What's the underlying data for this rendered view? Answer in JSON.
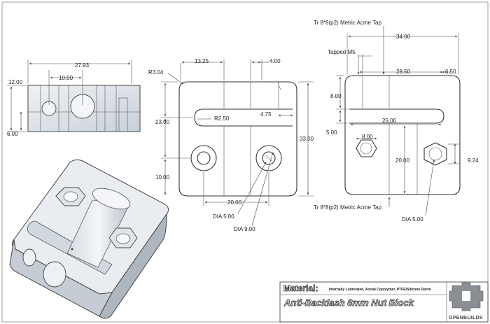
{
  "views": {
    "side": {
      "dims": {
        "width": "27.93",
        "hole_spacing": "10.00",
        "height": "12.00",
        "offset": "6.00"
      }
    },
    "front": {
      "dims": {
        "corner_radius": "R3.04",
        "top_left": "13.25",
        "top_right": "4.00",
        "slot_radius": "R2.50",
        "slot_offset": "4.75",
        "upper_height": "23.00",
        "total_height": "33.00",
        "lower_height": "10.00",
        "hole_spacing": "20.00",
        "small_dia": "DIA 5.00",
        "large_dia": "DIA 9.00"
      }
    },
    "right": {
      "labels": {
        "top_tap": "Tr 8*8(p2) Metric Acme Tap",
        "tapped": "Tapped M5",
        "bottom_tap": "Tr 8*8(p2) Metric Acme Tap"
      },
      "dims": {
        "total_width": "34.00",
        "span": "28.50",
        "right_offset": "6.50",
        "top_height": "8.00",
        "slot_length": "26.00",
        "slot_height": "5.00",
        "hex_width": "8.00",
        "lower_height": "20.00",
        "hex_height": "9.24",
        "hole_dia": "DIA 5.00"
      }
    }
  },
  "title_block": {
    "material_label": "Material:",
    "material_value": "Internally Lubricated, Acetal Copolymer, PTFE/Silicone Delrin",
    "part_name": "Anti-Backlash 8mm Nut Block",
    "logo_text": "OPENBUILDS"
  }
}
